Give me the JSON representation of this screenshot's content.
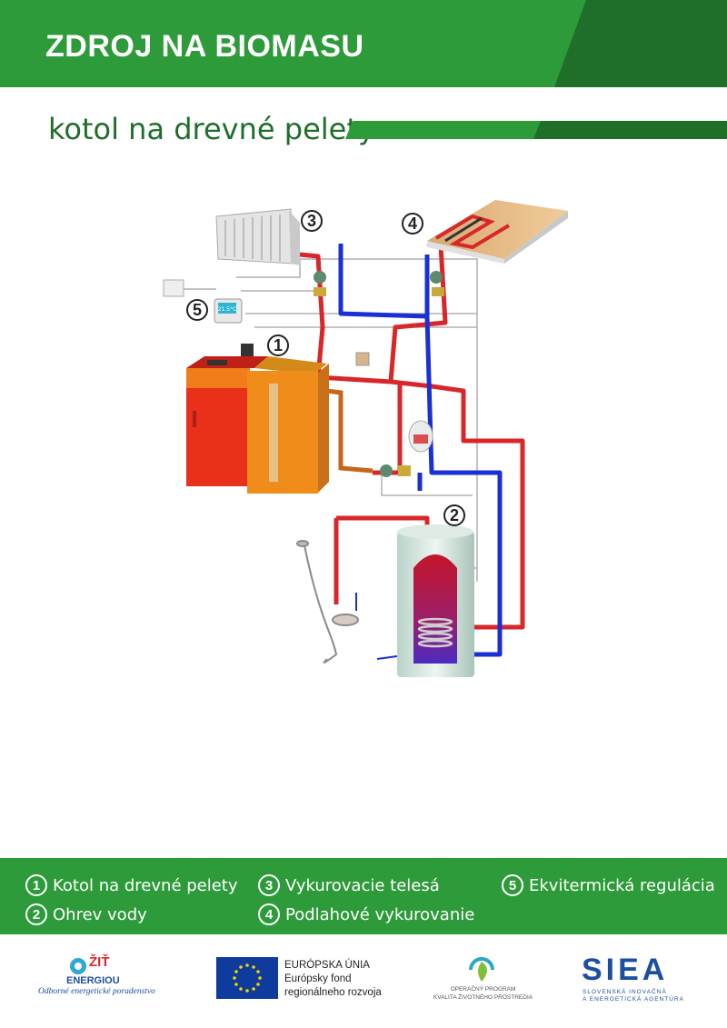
{
  "header": {
    "title": "ZDROJ NA BIOMASU"
  },
  "subtitle": "kotol na drevné pelety",
  "colors": {
    "green": "#2e9b3a",
    "dark_green": "#1f6e2a",
    "hot": "#d8262a",
    "cold": "#1a2fd4"
  },
  "diagram": {
    "markers": [
      {
        "number": "1"
      },
      {
        "number": "2"
      },
      {
        "number": "3"
      },
      {
        "number": "4"
      },
      {
        "number": "5"
      }
    ],
    "display_reading": "21.5°C"
  },
  "legend": [
    {
      "number": "1",
      "label": "Kotol na drevné pelety"
    },
    {
      "number": "2",
      "label": "Ohrev vody"
    },
    {
      "number": "3",
      "label": "Vykurovacie telesá"
    },
    {
      "number": "4",
      "label": "Podlahové vykurovanie"
    },
    {
      "number": "5",
      "label": "Ekvitermická regulácia"
    }
  ],
  "footer": {
    "zit_logo": {
      "line1": "ŽIŤ",
      "line2": "ENERGIOU",
      "tagline": "Odborné energetické poradenstvo"
    },
    "eu": {
      "line1": "EURÓPSKA ÚNIA",
      "line2": "Európsky fond",
      "line3": "regionálneho rozvoja"
    },
    "op": {
      "line1": "OPERAČNÝ PROGRAM",
      "line2": "KVALITA ŽIVOTNÉHO PROSTREDIA"
    },
    "siea": {
      "name": "SIEA",
      "line1": "SLOVENSKÁ INOVAČNÁ",
      "line2": "A ENERGETICKÁ AGENTÚRA"
    }
  }
}
